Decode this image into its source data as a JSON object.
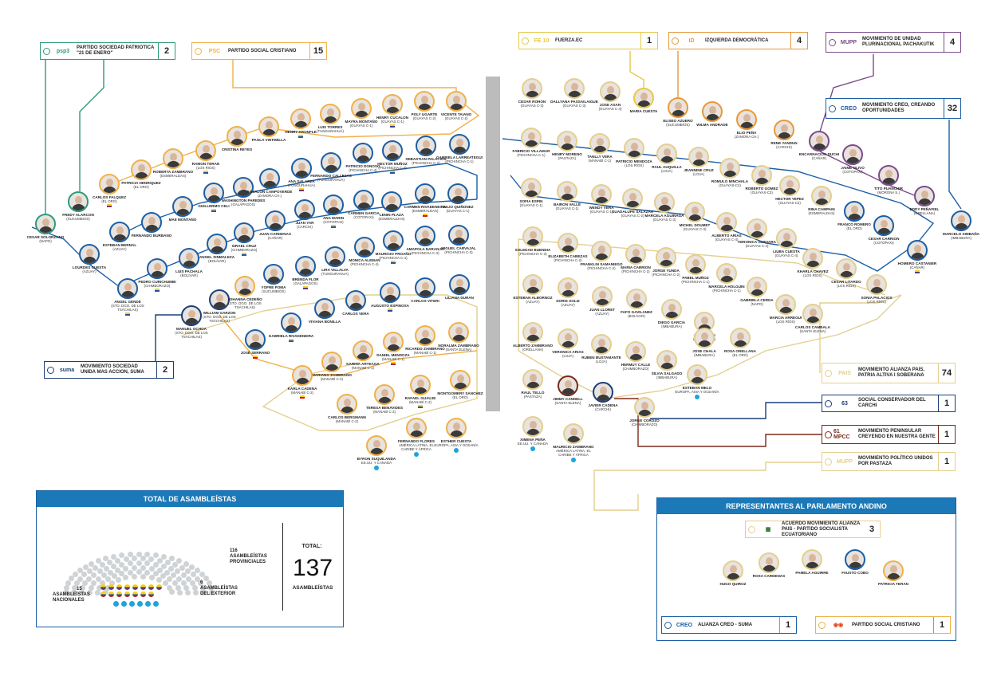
{
  "colors": {
    "blue_panel": "#1b79b8",
    "alianza_pais": "#e4cf8e",
    "creo": "#1b5fa5",
    "psc": "#f0b14a",
    "psp": "#2e9a7a",
    "pachakutik": "#7b4b8c",
    "id": "#e69a3a",
    "fuerza": "#e6c84a",
    "suma": "#1b3f78",
    "conservador": "#1b3f78",
    "peninsular": "#7a2a1a"
  },
  "parties": [
    {
      "id": "psp",
      "logo": "psp3",
      "name": "PARTIDO SOCIEDAD PATRIOTICA \"21 DE ENERO\"",
      "count": "2",
      "color": "#2e9a7a"
    },
    {
      "id": "psc",
      "logo": "PSC",
      "name": "PARTIDO SOCIAL CRISTIANO",
      "count": "15",
      "color": "#f0b14a"
    },
    {
      "id": "fuerza",
      "logo": "FE 10",
      "name": "FUERZA.EC",
      "count": "1",
      "color": "#e6c84a"
    },
    {
      "id": "id",
      "logo": "ID",
      "name": "IZQUIERDA DEMOCRÁTICA",
      "count": "4",
      "color": "#e69a3a"
    },
    {
      "id": "pachakutik",
      "logo": "MUPP",
      "name": "MOVIMIENTO DE UNIDAD PLURINACIONAL PACHAKUTIK",
      "count": "4",
      "color": "#7b4b8c"
    },
    {
      "id": "creo",
      "logo": "CREO",
      "name": "MOVIMIENTO CREO, CREANDO OPORTUNIDADES",
      "count": "32",
      "color": "#1b5fa5"
    },
    {
      "id": "suma",
      "logo": "suma",
      "name": "MOVIMIENTO SOCIEDAD UNIDA MAS ACCION, SUMA",
      "count": "2",
      "color": "#1b3f78"
    },
    {
      "id": "ap",
      "logo": "PAIS",
      "name": "MOVIMIENTO ALIANZA PAIS, PATRIA ALTIVA I SOBERANA",
      "count": "74",
      "color": "#e4cf8e"
    },
    {
      "id": "conservador",
      "logo": "63",
      "name": "SOCIAL CONSERVADOR DEL CARCHI",
      "count": "1",
      "color": "#1b3f78"
    },
    {
      "id": "peninsular",
      "logo": "61 MPCC",
      "name": "MOVIMIENTO PENINSULAR CREYENDO EN NUESTRA GENTE",
      "count": "1",
      "color": "#7a2a1a"
    },
    {
      "id": "pastaza",
      "logo": "MUPP",
      "name": "MOVIMIENTO POLÍTICO UNIDOS POR PASTAZA",
      "count": "1",
      "color": "#e4cf8e"
    }
  ],
  "members": [
    {
      "name": "CESAR SOLORZANO",
      "prov": "(NAPO)",
      "party": "psp"
    },
    {
      "name": "FREDY ALARCON",
      "prov": "(SUCUMBIOS)",
      "party": "psp"
    },
    {
      "name": "LOURDES CUESTA",
      "prov": "(AZUAY)",
      "party": "creo"
    },
    {
      "name": "ESTEBAN BERNAL",
      "prov": "(AZUAY)",
      "party": "creo"
    },
    {
      "name": "CARLOS FALQUEZ",
      "prov": "(EL ORO)",
      "party": "psc"
    },
    {
      "name": "PATRICIA HENRIQUEZ",
      "prov": "(EL ORO)",
      "party": "psc"
    },
    {
      "name": "ROBERTA ZAMBRANO",
      "prov": "(ESMERALDAS)",
      "party": "psc"
    },
    {
      "name": "RAMON TERAN",
      "prov": "(LOS RIOS)",
      "party": "psc"
    },
    {
      "name": "CRISTINA REYES",
      "prov": "",
      "party": "psc"
    },
    {
      "name": "PAOLA VINTIMILLA",
      "prov": "",
      "party": "psc"
    },
    {
      "name": "HENRY KRONFLE",
      "prov": "",
      "party": "psc"
    },
    {
      "name": "LUIS TORRES",
      "prov": "(TUNGURAHUA)",
      "party": "psc"
    },
    {
      "name": "MAYRA MONTAÑO",
      "prov": "(GUAYAS C-1)",
      "party": "psc"
    },
    {
      "name": "HENRY CUCALON",
      "prov": "(GUAYAS C-1)",
      "party": "psc"
    },
    {
      "name": "POLY UGARTE",
      "prov": "(GUAYAS C-2)",
      "party": "psc"
    },
    {
      "name": "VICENTE TAIANO",
      "prov": "(GUAYAS C-2)",
      "party": "psc"
    },
    {
      "name": "ANGEL GENDE",
      "prov": "(STO. DGO. DE LOS TSÁCHILAS)",
      "party": "creo"
    },
    {
      "name": "FERNANDO BURBANO",
      "prov": "",
      "party": "creo"
    },
    {
      "name": "MAE MONTAÑO",
      "prov": "",
      "party": "creo"
    },
    {
      "name": "GUILLERMO CELI",
      "prov": "",
      "party": "creo"
    },
    {
      "name": "WASHINGTON PAREDES",
      "prov": "(GALÁPAGOS)",
      "party": "creo"
    },
    {
      "name": "ABSALON CAMPOVERDE",
      "prov": "(ZAMORA CH.)",
      "party": "creo"
    },
    {
      "name": "ANA GALARZA",
      "prov": "(TUNGURAHUA)",
      "party": "creo"
    },
    {
      "name": "FERNANDO CALLEJAS",
      "prov": "(TUNGURAHUA)",
      "party": "creo"
    },
    {
      "name": "PATRICIO DONOSO",
      "prov": "(PICHINCHA C-4)",
      "party": "creo"
    },
    {
      "name": "HECTOR MUÑOZ",
      "prov": "(PICHINCHA C-3)",
      "party": "creo"
    },
    {
      "name": "SEBASTIAN PALACIOS",
      "prov": "(PICHINCHA C-2)",
      "party": "creo"
    },
    {
      "name": "GABRIELA LARREATEGUI",
      "prov": "(PICHINCHA C-1)",
      "party": "creo"
    },
    {
      "name": "PEDRO CURICHUMBI",
      "prov": "(CHIMBORAZO)",
      "party": "creo"
    },
    {
      "name": "LUIS PACHALA",
      "prov": "(BOLÍVAR)",
      "party": "creo"
    },
    {
      "name": "ANGEL SINMALEZA",
      "prov": "(BOLÍVAR)",
      "party": "creo"
    },
    {
      "name": "ISRAEL CRUZ",
      "prov": "(CHIMBORAZO)",
      "party": "creo"
    },
    {
      "name": "JUAN CARDENAS",
      "prov": "(CAÑAR)",
      "party": "creo"
    },
    {
      "name": "JUAN YAR",
      "prov": "(CARCHI)",
      "party": "creo"
    },
    {
      "name": "ANA MARIN",
      "prov": "(COTOPAXI)",
      "party": "creo"
    },
    {
      "name": "CARMEN GARCIA",
      "prov": "(COTOPAXI)",
      "party": "creo"
    },
    {
      "name": "LENIN PLAZA",
      "prov": "(ESMERALDAS)",
      "party": "creo"
    },
    {
      "name": "CARMEN RIVADENEIRA",
      "prov": "(ESMERALDAS)",
      "party": "creo"
    },
    {
      "name": "JULIO QUIÑONEZ",
      "prov": "(GUAYAS C-1)",
      "party": "creo"
    },
    {
      "name": "MANUEL OCHOA",
      "prov": "(STO. DGO. DE LOS TSÁCHILAS)",
      "party": "suma"
    },
    {
      "name": "WILLIAM GARZON",
      "prov": "(STO. DGO. DE LOS TSÁCHILAS)",
      "party": "suma"
    },
    {
      "name": "JOHANNA CEDEÑO",
      "prov": "(STO. DGO. DE LOS TSÁCHILAS)",
      "party": "psc"
    },
    {
      "name": "YOFRE POMA",
      "prov": "(SUCUMBIOS)",
      "party": "creo"
    },
    {
      "name": "BRENDA FLOR",
      "prov": "(GALÁPAGOS)",
      "party": "creo"
    },
    {
      "name": "LIRA VILLALVA",
      "prov": "(TUNGURAHUA)",
      "party": "creo"
    },
    {
      "name": "MONICA ALEMAN",
      "prov": "(PICHINCHA C-4)",
      "party": "creo"
    },
    {
      "name": "MAURICIO PROAÑO",
      "prov": "(PICHINCHA C-4)",
      "party": "creo"
    },
    {
      "name": "AMAPOLA NARANJO",
      "prov": "(PICHINCHA C-3)",
      "party": "creo"
    },
    {
      "name": "MIGUEL CARVAJAL",
      "prov": "(PICHINCHA C-3)",
      "party": "creo"
    },
    {
      "name": "GABRIELA RIVADENEIRA",
      "prov": "",
      "party": "creo"
    },
    {
      "name": "VIVIANA BONILLA",
      "prov": "",
      "party": "creo"
    },
    {
      "name": "CARLOS VERA",
      "prov": "",
      "party": "creo"
    },
    {
      "name": "AUGUSTO ESPINOSA",
      "prov": "",
      "party": "creo"
    },
    {
      "name": "CARLOS VITERI",
      "prov": "",
      "party": "creo"
    },
    {
      "name": "LILIANA DURAN",
      "prov": "",
      "party": "creo"
    },
    {
      "name": "JOSÉ SERRANO",
      "prov": "",
      "party": "creo"
    },
    {
      "name": "MARIANO ZAMBRANO",
      "prov": "(MANABÍ C-2)",
      "party": "psc"
    },
    {
      "name": "KARINA ARTEAGA",
      "prov": "(MANABÍ C-1)",
      "party": "psc"
    },
    {
      "name": "DANIEL MENDOZA",
      "prov": "(MANABÍ C-1)",
      "party": "psc"
    },
    {
      "name": "RICARDO ZAMBRANO",
      "prov": "(MANABÍ C-1)",
      "party": "psc"
    },
    {
      "name": "NORALMA ZAMBRANO",
      "prov": "(SANTA ELENA)",
      "party": "psc"
    },
    {
      "name": "KARLA CADENA",
      "prov": "(MANABÍ C-2)",
      "party": "psc"
    },
    {
      "name": "CARLOS BERGMANN",
      "prov": "(MANABÍ C-2)",
      "party": "psc"
    },
    {
      "name": "TERESA BENAVIDES",
      "prov": "(MANABÍ C-2)",
      "party": "psc"
    },
    {
      "name": "RAFAEL GUAUJE",
      "prov": "(MANABÍ C-2)",
      "party": "psc"
    },
    {
      "name": "MONTGOMERY SANCHEZ",
      "prov": "(EL ORO)",
      "party": "psc"
    },
    {
      "name": "BYRON SUQUILANDA",
      "prov": "EE.UU. Y CANADÁ",
      "party": "psc"
    },
    {
      "name": "FERNANDO FLORES",
      "prov": "AMÉRICA LATINA, EL CARIBE Y ÁFRICA",
      "party": "psc"
    },
    {
      "name": "ESTHER CUESTA",
      "prov": "EUROPA, ASIA Y OCEANÍA",
      "party": "psc"
    },
    {
      "name": "CESAR ROHON",
      "prov": "(GUAYAS C-3)",
      "party": "ap"
    },
    {
      "name": "DALLYANA PASSAILAIGUE",
      "prov": "(GUAYAS C-3)",
      "party": "ap"
    },
    {
      "name": "JOSE ASAN",
      "prov": "(GUAYAS C-4)",
      "party": "ap"
    },
    {
      "name": "MARIA CUESTA",
      "prov": "",
      "party": "fuerza"
    },
    {
      "name": "ELISEO AZUERO",
      "prov": "(SUCUMBÍOS)",
      "party": "id"
    },
    {
      "name": "WILMA ANDRADE",
      "prov": "",
      "party": "id"
    },
    {
      "name": "ELIO PEÑA",
      "prov": "(ZAMORA CH.)",
      "party": "id"
    },
    {
      "name": "RENE YANDUN",
      "prov": "(CARCHI)",
      "party": "id"
    },
    {
      "name": "FABRICIO VILLAMAR",
      "prov": "(PICHINCHA C-1)",
      "party": "ap"
    },
    {
      "name": "HENRY MORENO",
      "prov": "(PASTAZA)",
      "party": "ap"
    },
    {
      "name": "TANLLY VERA",
      "prov": "(MANABÍ C-1)",
      "party": "ap"
    },
    {
      "name": "PATRICIO MENDOZA",
      "prov": "(LOS RÍOS)",
      "party": "ap"
    },
    {
      "name": "RAUL AUQUILLA",
      "prov": "(LOJA)",
      "party": "ap"
    },
    {
      "name": "JEANNINE CRUZ",
      "prov": "(LOJA)",
      "party": "ap"
    },
    {
      "name": "ROMULO MINCHALA",
      "prov": "(GUAYAS-C4)",
      "party": "ap"
    },
    {
      "name": "ROBERTO GOMEZ",
      "prov": "(GUAYAS-C3)",
      "party": "ap"
    },
    {
      "name": "HECTOR YEPEZ",
      "prov": "(GUAYAS-C2)",
      "party": "ap"
    },
    {
      "name": "ENCARNACION DUCHI",
      "prov": "(CAÑAR)",
      "party": "pachakutik"
    },
    {
      "name": "JAIME OLIVO",
      "prov": "(COTOPAXI)",
      "party": "pachakutik"
    },
    {
      "name": "TITO PUANCHIR",
      "prov": "(MORONA S.)",
      "party": "pachakutik"
    },
    {
      "name": "EDDY PEÑAFIEL",
      "prov": "(ORELLANA)",
      "party": "pachakutik"
    },
    {
      "name": "MARCELO SIMBAÑA",
      "prov": "(IMBABURA)",
      "party": "creo"
    },
    {
      "name": "SOFIA ESPIN",
      "prov": "(GUAYAS C-1)",
      "party": "ap"
    },
    {
      "name": "BAIRON VALLE",
      "prov": "(GUAYAS C-1)",
      "party": "ap"
    },
    {
      "name": "WENDY VERA",
      "prov": "(GUAYAS C-1)",
      "party": "ap"
    },
    {
      "name": "GUADALUPE SALAZAR",
      "prov": "(GUAYAS C-2)",
      "party": "ap"
    },
    {
      "name": "MARCELA AGUIÑAGA",
      "prov": "(GUAYAS C-3)",
      "party": "ap"
    },
    {
      "name": "MICHEL DOUMET",
      "prov": "(GUAYAS C-3)",
      "party": "ap"
    },
    {
      "name": "ALBERTO ARIAS",
      "prov": "(GUAYAS C-4)",
      "party": "ap"
    },
    {
      "name": "VERONICA GUEVARA",
      "prov": "(GUAYAS C-4)",
      "party": "ap"
    },
    {
      "name": "LIUBA CUESTA",
      "prov": "(GUAYAS C-4)",
      "party": "ap"
    },
    {
      "name": "RINA CAMPAIN",
      "prov": "(ESMERALDAS)",
      "party": "ap"
    },
    {
      "name": "FRANCO ROMERO",
      "prov": "(EL ORO)",
      "party": "creo"
    },
    {
      "name": "CESAR CARRION",
      "prov": "(COTOPAXI)",
      "party": "creo"
    },
    {
      "name": "HOMERO CASTANIER",
      "prov": "(CAÑAR)",
      "party": "creo"
    },
    {
      "name": "SOLEDAD BUENDIA",
      "prov": "(PICHINCHA C-3)",
      "party": "ap"
    },
    {
      "name": "ELIZABETH CABEZAS",
      "prov": "(PICHINCHA C-2)",
      "party": "ap"
    },
    {
      "name": "FRANKLIN SAMANIEGO",
      "prov": "(PICHINCHA C-2)",
      "party": "ap"
    },
    {
      "name": "MARIA CARRION",
      "prov": "(PICHINCHA C-2)",
      "party": "ap"
    },
    {
      "name": "JORGE YUNDA",
      "prov": "(PICHINCHA C-2)",
      "party": "ap"
    },
    {
      "name": "PABEL MUÑOZ",
      "prov": "(PICHINCHA C-1)",
      "party": "ap"
    },
    {
      "name": "MARCELA HOLGUIN",
      "prov": "(PICHINCHA C-1)",
      "party": "ap"
    },
    {
      "name": "GABRIELA CERDA",
      "prov": "(NAPO)",
      "party": "ap"
    },
    {
      "name": "KHARLA CHAVEZ",
      "prov": "(LOS RÍOS)",
      "party": "ap"
    },
    {
      "name": "CESAR LITARDO",
      "prov": "(LOS RÍOS)",
      "party": "ap"
    },
    {
      "name": "SONIA PALACIOS",
      "prov": "(LOS RÍOS)",
      "party": "ap"
    },
    {
      "name": "ESTEBAN ALBORNOZ",
      "prov": "(AZUAY)",
      "party": "ap"
    },
    {
      "name": "DORIS SOLIZ",
      "prov": "(AZUAY)",
      "party": "ap"
    },
    {
      "name": "JUAN LLORET",
      "prov": "(AZUAY)",
      "party": "ap"
    },
    {
      "name": "FAFO GAVILANEZ",
      "prov": "(BOLÍVAR)",
      "party": "ap"
    },
    {
      "name": "DIEGO GARCIA",
      "prov": "(IMBABURA)",
      "party": "ap"
    },
    {
      "name": "JUAN VELIN",
      "prov": "(MORONA S.)",
      "party": "ap"
    },
    {
      "name": "MARCIA ARREGUI",
      "prov": "(LOS RÍOS)",
      "party": "ap"
    },
    {
      "name": "CARLOS CAMBALA",
      "prov": "(SANTA ELENA)",
      "party": "ap"
    },
    {
      "name": "ALBERTO ZAMBRANO",
      "prov": "(ORELLANA)",
      "party": "ap"
    },
    {
      "name": "VERONICA ARIAS",
      "prov": "(LOJA)",
      "party": "ap"
    },
    {
      "name": "RUBEN BUSTAMANTE",
      "prov": "(LOJA)",
      "party": "ap"
    },
    {
      "name": "HERMUY CALLE",
      "prov": "(CHIMBORAZO)",
      "party": "ap"
    },
    {
      "name": "SILVIA SALGADO",
      "prov": "(IMBABURA)",
      "party": "ap"
    },
    {
      "name": "JOSE CHALA",
      "prov": "(IMBABURA)",
      "party": "ap"
    },
    {
      "name": "ROSA ORELLANA",
      "prov": "(EL ORO)",
      "party": "ap"
    },
    {
      "name": "RAUL TELLO",
      "prov": "(PASTAZA)",
      "party": "pastaza"
    },
    {
      "name": "JIMMY CANDELL",
      "prov": "(SANTA ELENA)",
      "party": "peninsular"
    },
    {
      "name": "JAVIER CADENA",
      "prov": "(CARCHI)",
      "party": "conservador"
    },
    {
      "name": "JORGE COROZO",
      "prov": "(CHIMBORAZO)",
      "party": "ap"
    },
    {
      "name": "ESTEBAN MELO",
      "prov": "EUROPA, ASIA Y OCEANÍA",
      "party": "ap"
    },
    {
      "name": "XIMENA PEÑA",
      "prov": "EE.UU. Y CANADÁ",
      "party": "ap"
    },
    {
      "name": "MAURICIO ZAMBRANO",
      "prov": "AMÉRICA LATINA, EL CARIBE Y ÁFRICA",
      "party": "ap"
    }
  ],
  "totals": {
    "title": "TOTAL DE ASAMBLEÍSTAS",
    "total_label": "TOTAL:",
    "total_value": "137",
    "total_unit": "ASAMBLEÍSTAS",
    "provinciales_count": "116",
    "provinciales_label": "ASAMBLEÍSTAS PROVINCIALES",
    "nacionales_count": "15",
    "nacionales_label": "ASAMBLEÍSTAS NACIONALES",
    "exterior_count": "6",
    "exterior_label": "ASAMBLEÍSTAS DEL EXTERIOR"
  },
  "andino": {
    "title": "REPRESENTANTES AL PARLAMENTO ANDINO",
    "ap_name": "ACUERDO MOVIMIENTO ALIANZA PAIS - PARTIDO SOCIALISTA ECUATORIANO",
    "ap_count": "3",
    "creo_name": "ALIANZA CREO - SUMA",
    "creo_count": "1",
    "psc_name": "PARTIDO SOCIAL CRISTIANO",
    "psc_count": "1",
    "reps": [
      {
        "name": "HUGO QUIROZ",
        "party": "ap"
      },
      {
        "name": "ROSA CARDENAS",
        "party": "ap"
      },
      {
        "name": "PAMELA AGUIRRE",
        "party": "ap"
      },
      {
        "name": "FAUSTO COBO",
        "party": "creo"
      },
      {
        "name": "PATRICIA TERAN",
        "party": "psc"
      }
    ]
  }
}
